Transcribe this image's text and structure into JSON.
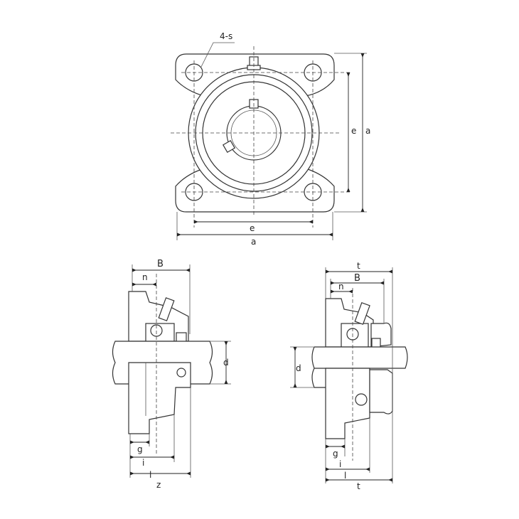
{
  "top_view": {
    "hole_label": "4-s",
    "dim_e_horizontal": "e",
    "dim_a_horizontal": "a",
    "dim_e_vertical": "e",
    "dim_a_vertical": "a"
  },
  "side_view_left": {
    "dim_B": "B",
    "dim_n": "n",
    "dim_d": "d",
    "dim_g": "g",
    "dim_i": "i",
    "dim_l": "l",
    "dim_z": "z"
  },
  "side_view_right": {
    "dim_t_top": "t",
    "dim_B": "B",
    "dim_n": "n",
    "dim_d": "d",
    "dim_g": "g",
    "dim_i": "i",
    "dim_l": "l",
    "dim_t_bottom": "t"
  }
}
